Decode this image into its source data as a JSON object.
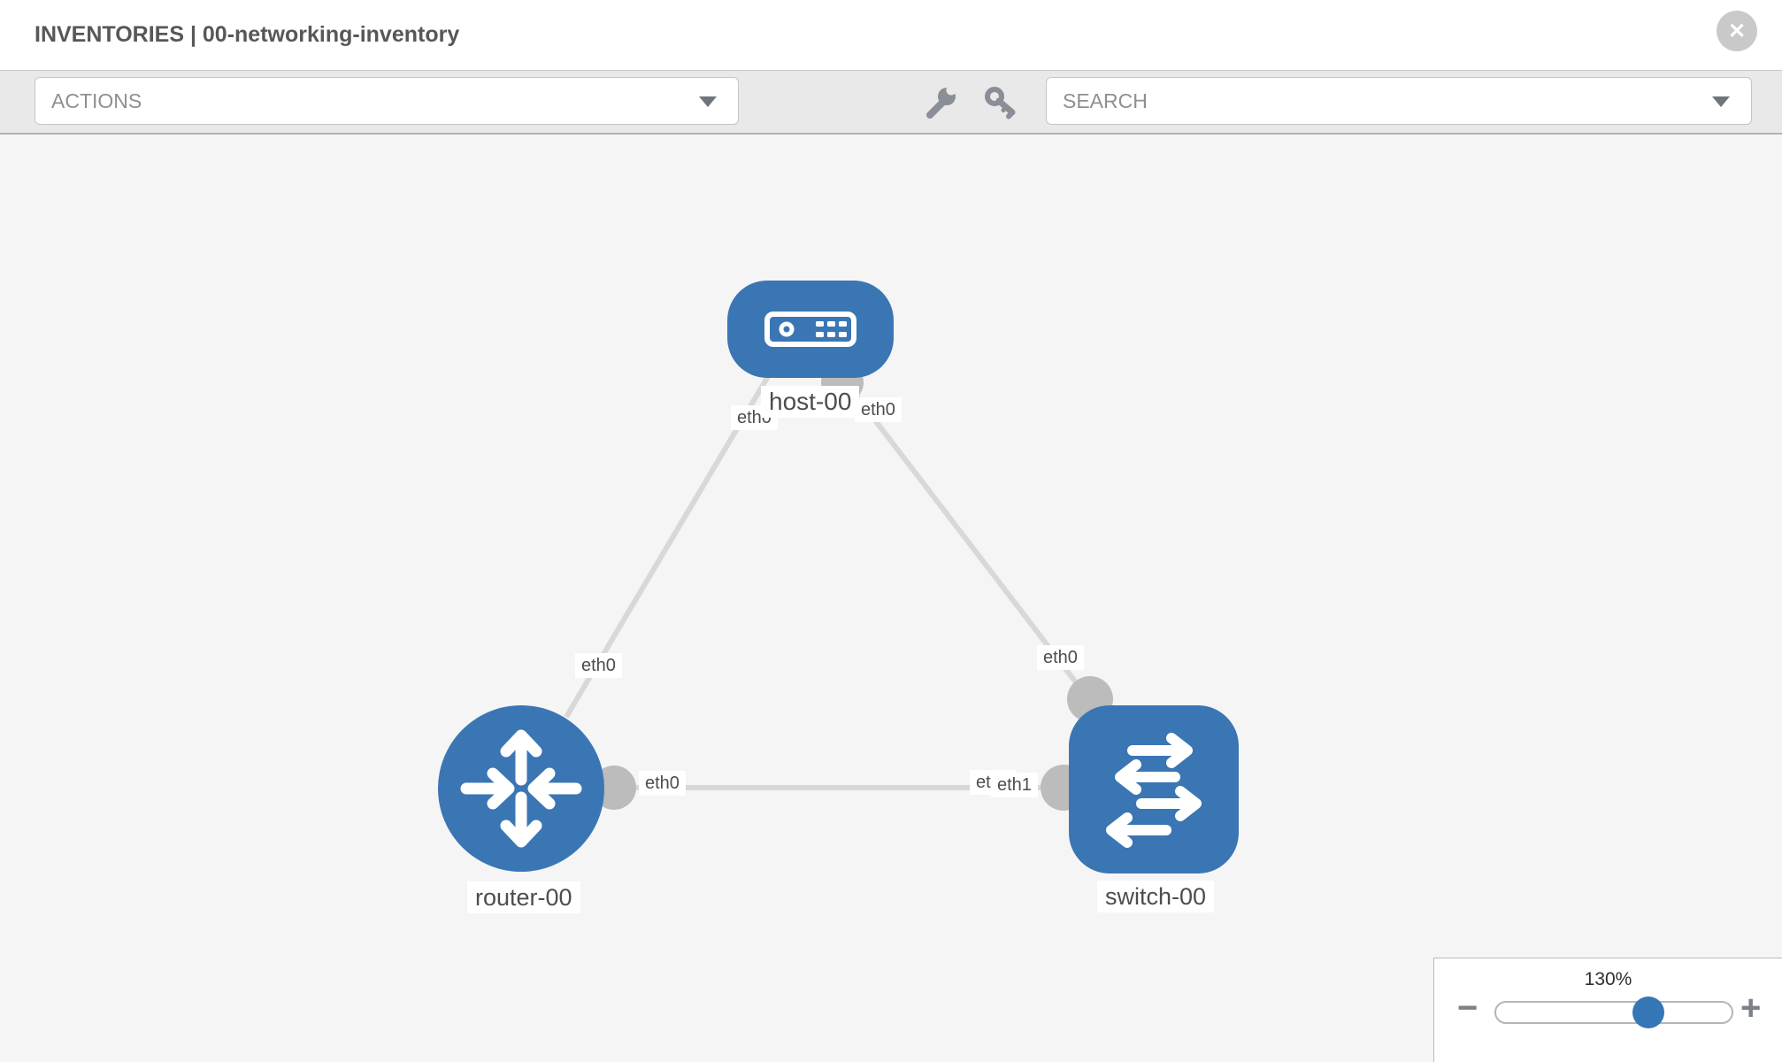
{
  "header": {
    "title": "INVENTORIES | 00-networking-inventory"
  },
  "icons": {
    "close_glyph": "✕"
  },
  "toolbar": {
    "actions_label": "ACTIONS",
    "search_label": "SEARCH"
  },
  "topology": {
    "nodes": [
      {
        "id": "host-00",
        "type": "host",
        "label": "host-00"
      },
      {
        "id": "router-00",
        "type": "router",
        "label": "router-00"
      },
      {
        "id": "switch-00",
        "type": "switch",
        "label": "switch-00"
      }
    ],
    "links": [
      {
        "from": "host-00",
        "from_if": "eth0",
        "to": "router-00",
        "to_if": "eth0"
      },
      {
        "from": "host-00",
        "from_if": "eth0",
        "to": "switch-00",
        "to_if": "eth0"
      },
      {
        "from": "router-00",
        "from_if": "eth0",
        "to": "switch-00",
        "to_if": "eth1"
      }
    ],
    "interface_chips": {
      "host_left": "eth0",
      "host_right": "eth0",
      "router_uplink": "eth0",
      "switch_uplink": "eth0",
      "router_right": "eth0",
      "switch_left_hidden": "eth0",
      "switch_left": "eth1"
    }
  },
  "zoom_control": {
    "level": "130%",
    "minus_label": "−",
    "plus_label": "+"
  },
  "colors": {
    "node_blue": "#3b76b4",
    "link": "#d8d8d8",
    "port": "#bcbcbc",
    "canvas_bg": "#f5f5f6"
  }
}
